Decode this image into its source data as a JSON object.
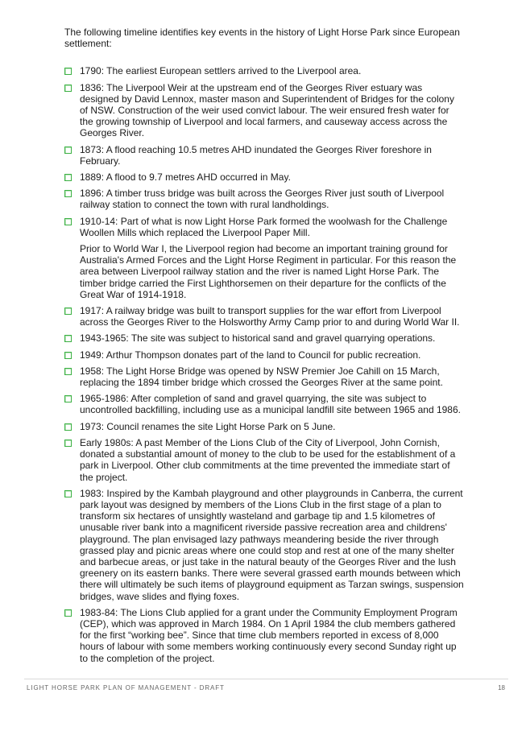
{
  "intro": "The following timeline identifies key events in the history of Light Horse Park since European settlement:",
  "events": [
    {
      "text": "1790: The earliest European settlers arrived to the Liverpool area."
    },
    {
      "text": "1836: The Liverpool Weir at the upstream end of the Georges River estuary was designed by David Lennox, master mason and Superintendent of Bridges for the colony of NSW.  Construction of the weir used convict labour. The weir ensured fresh water for the growing township of Liverpool and local farmers, and causeway access across the Georges River."
    },
    {
      "text": "1873: A flood reaching 10.5 metres AHD inundated the Georges River foreshore in February."
    },
    {
      "text": "1889: A flood to 9.7 metres AHD occurred in May."
    },
    {
      "text": "1896: A timber truss bridge was built across the Georges River just south of Liverpool railway station to connect the town with rural landholdings."
    },
    {
      "text": "1910-14: Part of what is now Light Horse Park formed the woolwash for the Challenge Woollen Mills which replaced the Liverpool Paper Mill.",
      "note": "Prior to World War I, the Liverpool region had become an important training ground for Australia's Armed Forces and the Light Horse Regiment in particular.   For this reason the area between Liverpool railway station and the river is named Light Horse Park.  The timber bridge carried the First Lighthorsemen on their departure for the conflicts of the Great War of 1914-1918."
    },
    {
      "text": "1917: A railway bridge was built to transport supplies for the war effort from Liverpool across the Georges River to the Holsworthy Army Camp prior to and during World War II."
    },
    {
      "text": "1943-1965: The site was subject to historical sand and gravel quarrying operations."
    },
    {
      "text": "1949: Arthur Thompson donates part of the land to Council for public recreation."
    },
    {
      "text": "1958: The Light Horse Bridge was opened by NSW Premier Joe Cahill on 15 March, replacing the 1894 timber bridge which crossed the Georges River at the same point."
    },
    {
      "text": "1965-1986: After completion of sand and gravel quarrying, the site was subject to uncontrolled backfilling, including use as a municipal landfill site between 1965 and 1986."
    },
    {
      "text": "1973: Council renames the site Light Horse Park on 5 June."
    },
    {
      "text": "Early 1980s: A past Member of the Lions Club of the City of Liverpool, John Cornish, donated a substantial amount of money to the club to be used for the establishment of a park in Liverpool. Other club commitments at the time prevented the immediate start of the project."
    },
    {
      "text": "1983: Inspired by the Kambah playground and other playgrounds in Canberra, the current park layout was designed by members of the Lions Club in the first stage of a plan to transform six hectares of unsightly wasteland and garbage tip and 1.5 kilometres of unusable river bank into a magnificent riverside passive recreation area and childrens' playground.  The plan envisaged lazy pathways meandering beside the river through grassed play and picnic areas where one could stop and rest at one of the many shelter and barbecue areas, or just take in the natural beauty of the Georges River and the lush greenery on its eastern banks. There were several grassed earth mounds between which there will ultimately be such items of playground equipment as Tarzan swings, suspension bridges, wave slides and flying foxes."
    },
    {
      "text": "1983-84: The Lions Club applied for a grant under the Community Employment Program (CEP), which was approved in March 1984.  On 1 April 1984 the club members gathered for the first “working bee”. Since that time club members reported in excess of 8,000 hours of labour with some members working continuously every second Sunday right up to the completion of the project."
    }
  ],
  "footer": {
    "title": "LIGHT HORSE PARK PLAN OF MANAGEMENT - DRAFT",
    "page": "18"
  },
  "colors": {
    "bullet": "#3cb043"
  }
}
